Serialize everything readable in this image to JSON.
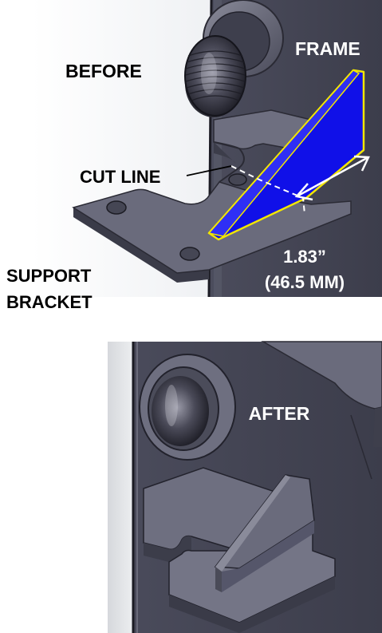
{
  "top_panel": {
    "before_label": "BEFORE",
    "frame_label": "FRAME",
    "cut_line_label": "CUT LINE",
    "dimension_inches": "1.83”",
    "dimension_mm": "(46.5 MM)",
    "support_label_line1": "SUPPORT",
    "support_label_line2": "BRACKET"
  },
  "bottom_panel": {
    "after_label": "AFTER"
  },
  "colors": {
    "frame_fill": "#1010e8",
    "frame_outline": "#f2e600",
    "dimension_arrow": "#ffffff",
    "part_gray": "#5a5b6c",
    "text_dark": "#000000",
    "text_light": "#ffffff"
  }
}
